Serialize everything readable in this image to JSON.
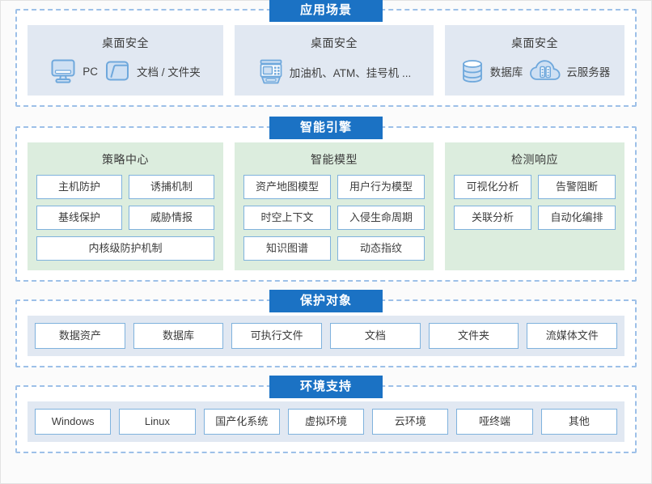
{
  "sections": [
    {
      "title": "应用场景",
      "cards": [
        {
          "head": "桌面安全",
          "items": [
            {
              "icon": "monitor-icon",
              "label": "PC"
            },
            {
              "icon": "folder-icon",
              "label": "文档 / 文件夹"
            }
          ]
        },
        {
          "head": "桌面安全",
          "items": [
            {
              "icon": "atm-kiosk-icon",
              "label": "加油机、ATM、挂号机 ..."
            }
          ]
        },
        {
          "head": "桌面安全",
          "items": [
            {
              "icon": "database-icon",
              "label": "数据库"
            },
            {
              "icon": "cloud-server-icon",
              "label": "云服务器"
            }
          ]
        }
      ]
    },
    {
      "title": "智能引擎",
      "cards": [
        {
          "head": "策略中心",
          "chips": [
            "主机防护",
            "诱捕机制",
            "基线保护",
            "威胁情报",
            "内核级防护机制"
          ],
          "full_last": true
        },
        {
          "head": "智能模型",
          "chips": [
            "资产地图模型",
            "用户行为模型",
            "时空上下文",
            "入侵生命周期",
            "知识图谱",
            "动态指纹"
          ],
          "full_last": false
        },
        {
          "head": "检测响应",
          "chips": [
            "可视化分析",
            "告警阻断",
            "关联分析",
            "自动化编排"
          ],
          "full_last": false
        }
      ]
    },
    {
      "title": "保护对象",
      "chips": [
        "数据资产",
        "数据库",
        "可执行文件",
        "文档",
        "文件夹",
        "流媒体文件"
      ]
    },
    {
      "title": "环境支持",
      "chips": [
        "Windows",
        "Linux",
        "国产化系统",
        "虚拟环境",
        "云环境",
        "哑终端",
        "其他"
      ]
    }
  ],
  "colors": {
    "badge_blue": "#1b72c4",
    "dashed_border": "#9dc0e8",
    "panel_blue": "#e1e8f2",
    "panel_green": "#dcedde",
    "chip_border": "#7fb2dd",
    "icon_blue": "#6fa8dc"
  }
}
